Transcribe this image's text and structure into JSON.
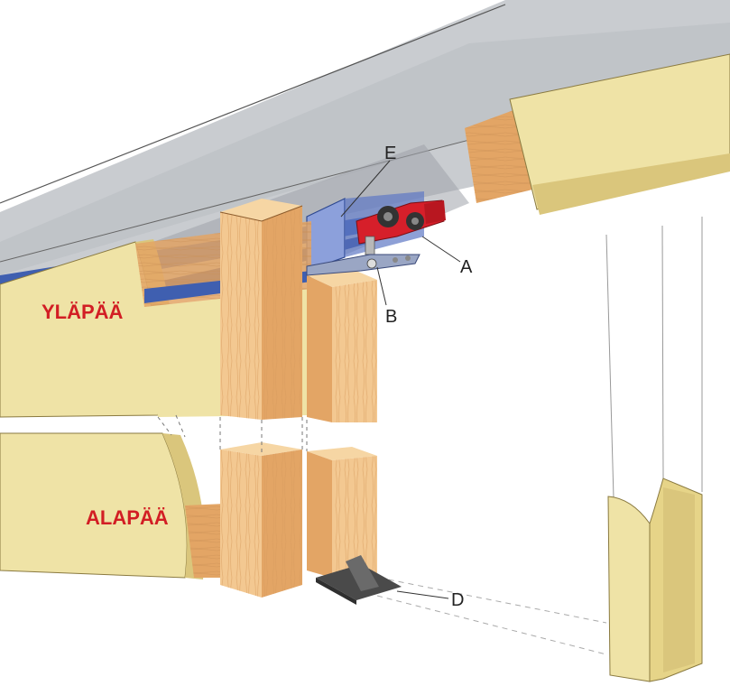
{
  "labels": {
    "upper_end": "YLÄPÄÄ",
    "lower_end": "ALAPÄÄ"
  },
  "callouts": {
    "a": "A",
    "b": "B",
    "d": "D",
    "e": "E"
  },
  "colors": {
    "ceiling": "#c9ccd0",
    "beam_light": "#efe3a6",
    "beam_shadow": "#dac67c",
    "wood_light": "#f3c891",
    "wood_dark": "#e3a565",
    "track": "#3f5fb0",
    "track_light": "#8ca0db",
    "trolley": "#d61f2a",
    "guide": "#4a4a4a",
    "label_red": "#d21e24"
  }
}
